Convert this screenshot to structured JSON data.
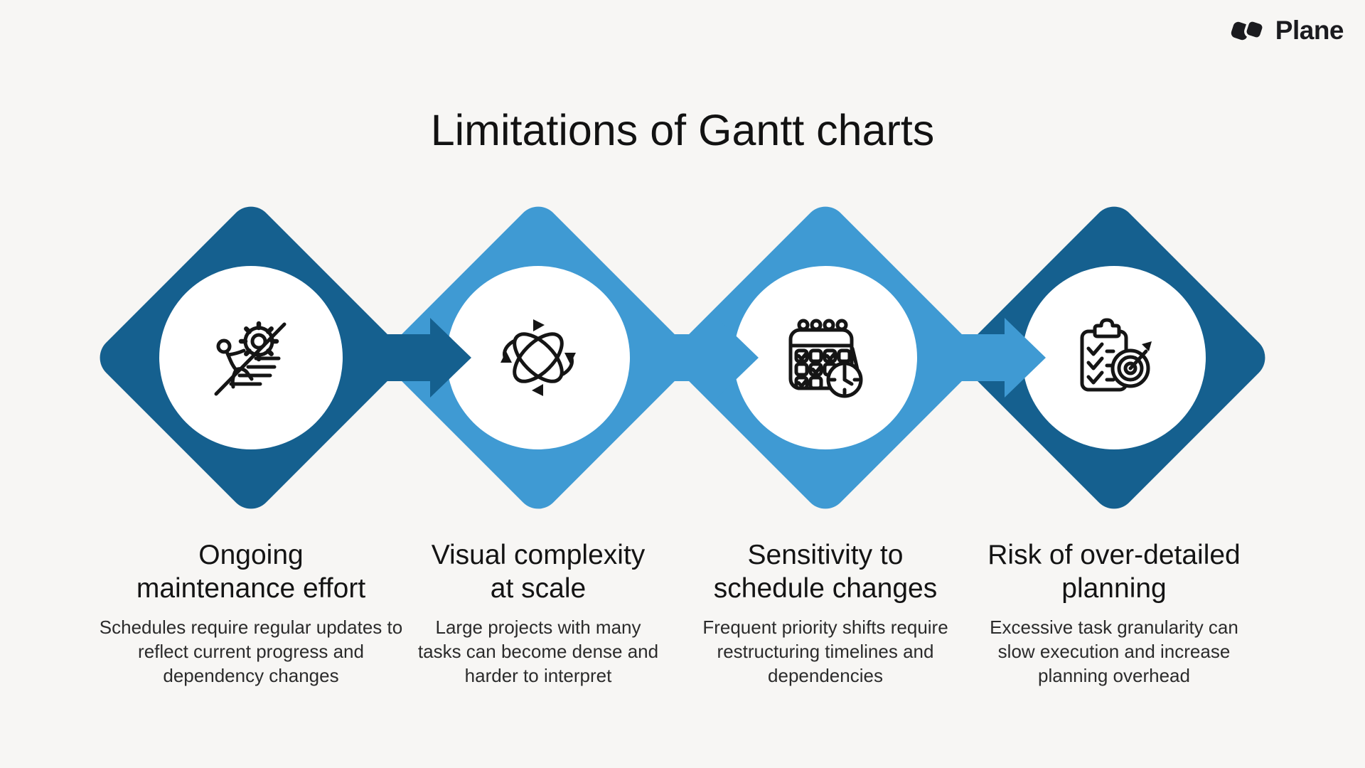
{
  "brand": {
    "name": "Plane"
  },
  "title": "Limitations of Gantt charts",
  "colors": {
    "dark_blue": "#15608F",
    "light_blue": "#3F9AD3",
    "background": "#F7F6F4"
  },
  "items": [
    {
      "icon": "maintenance-climb-gear-icon",
      "diamond_color": "dark",
      "heading_lines": [
        "Ongoing",
        "maintenance effort"
      ],
      "description": "Schedules require regular updates to reflect current progress and dependency changes"
    },
    {
      "icon": "complexity-knot-icon",
      "diamond_color": "light",
      "heading_lines": [
        "Visual complexity",
        "at scale"
      ],
      "description": "Large projects with many tasks can become dense and harder to interpret"
    },
    {
      "icon": "calendar-clock-icon",
      "diamond_color": "light",
      "heading_lines": [
        "Sensitivity to",
        "schedule changes"
      ],
      "description": "Frequent priority shifts require restructuring timelines and dependencies"
    },
    {
      "icon": "clipboard-target-icon",
      "diamond_color": "dark",
      "heading_lines": [
        "Risk of over-detailed",
        "planning"
      ],
      "description": "Excessive task granularity can slow execution and increase planning overhead"
    }
  ],
  "arrows": [
    {
      "color": "dark"
    },
    {
      "color": "light"
    },
    {
      "color": "light"
    }
  ]
}
